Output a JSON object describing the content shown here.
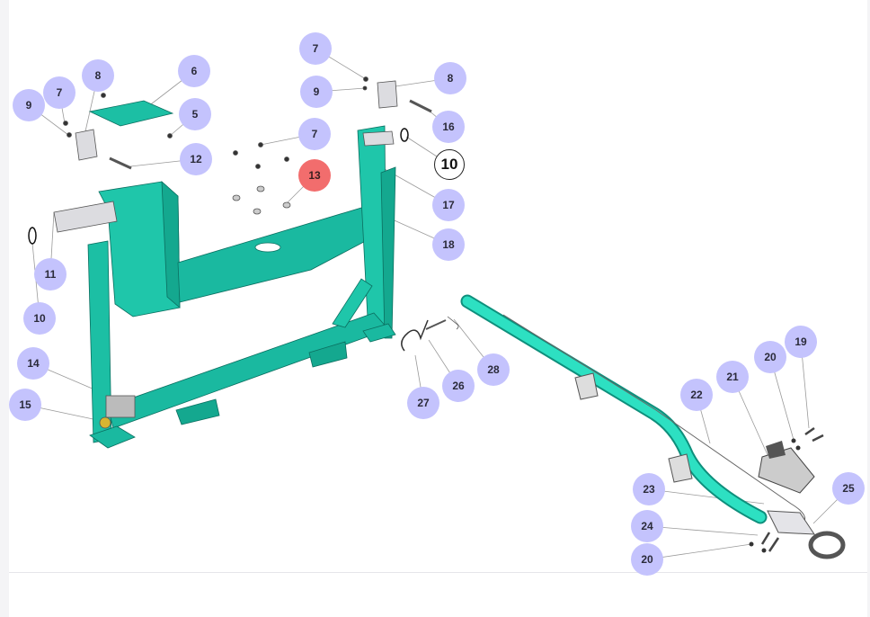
{
  "diagram": {
    "colors": {
      "part": "#1cbfa4",
      "part_dark": "#12a08a",
      "callout": "#c4c3fd",
      "callout_active": "#f26d6d"
    },
    "callouts": [
      {
        "label": "7",
        "state": "normal"
      },
      {
        "label": "9",
        "state": "normal"
      },
      {
        "label": "8",
        "state": "normal"
      },
      {
        "label": "16",
        "state": "normal"
      },
      {
        "label": "10",
        "state": "outlined"
      },
      {
        "label": "7",
        "state": "normal"
      },
      {
        "label": "13",
        "state": "active"
      },
      {
        "label": "17",
        "state": "normal"
      },
      {
        "label": "18",
        "state": "normal"
      },
      {
        "label": "6",
        "state": "normal"
      },
      {
        "label": "8",
        "state": "normal"
      },
      {
        "label": "7",
        "state": "normal"
      },
      {
        "label": "9",
        "state": "normal"
      },
      {
        "label": "5",
        "state": "normal"
      },
      {
        "label": "12",
        "state": "normal"
      },
      {
        "label": "11",
        "state": "normal"
      },
      {
        "label": "10",
        "state": "normal"
      },
      {
        "label": "14",
        "state": "normal"
      },
      {
        "label": "15",
        "state": "normal"
      },
      {
        "label": "28",
        "state": "normal"
      },
      {
        "label": "26",
        "state": "normal"
      },
      {
        "label": "27",
        "state": "normal"
      },
      {
        "label": "19",
        "state": "normal"
      },
      {
        "label": "20",
        "state": "normal"
      },
      {
        "label": "21",
        "state": "normal"
      },
      {
        "label": "22",
        "state": "normal"
      },
      {
        "label": "23",
        "state": "normal"
      },
      {
        "label": "25",
        "state": "normal"
      },
      {
        "label": "24",
        "state": "normal"
      },
      {
        "label": "20",
        "state": "normal"
      }
    ]
  }
}
